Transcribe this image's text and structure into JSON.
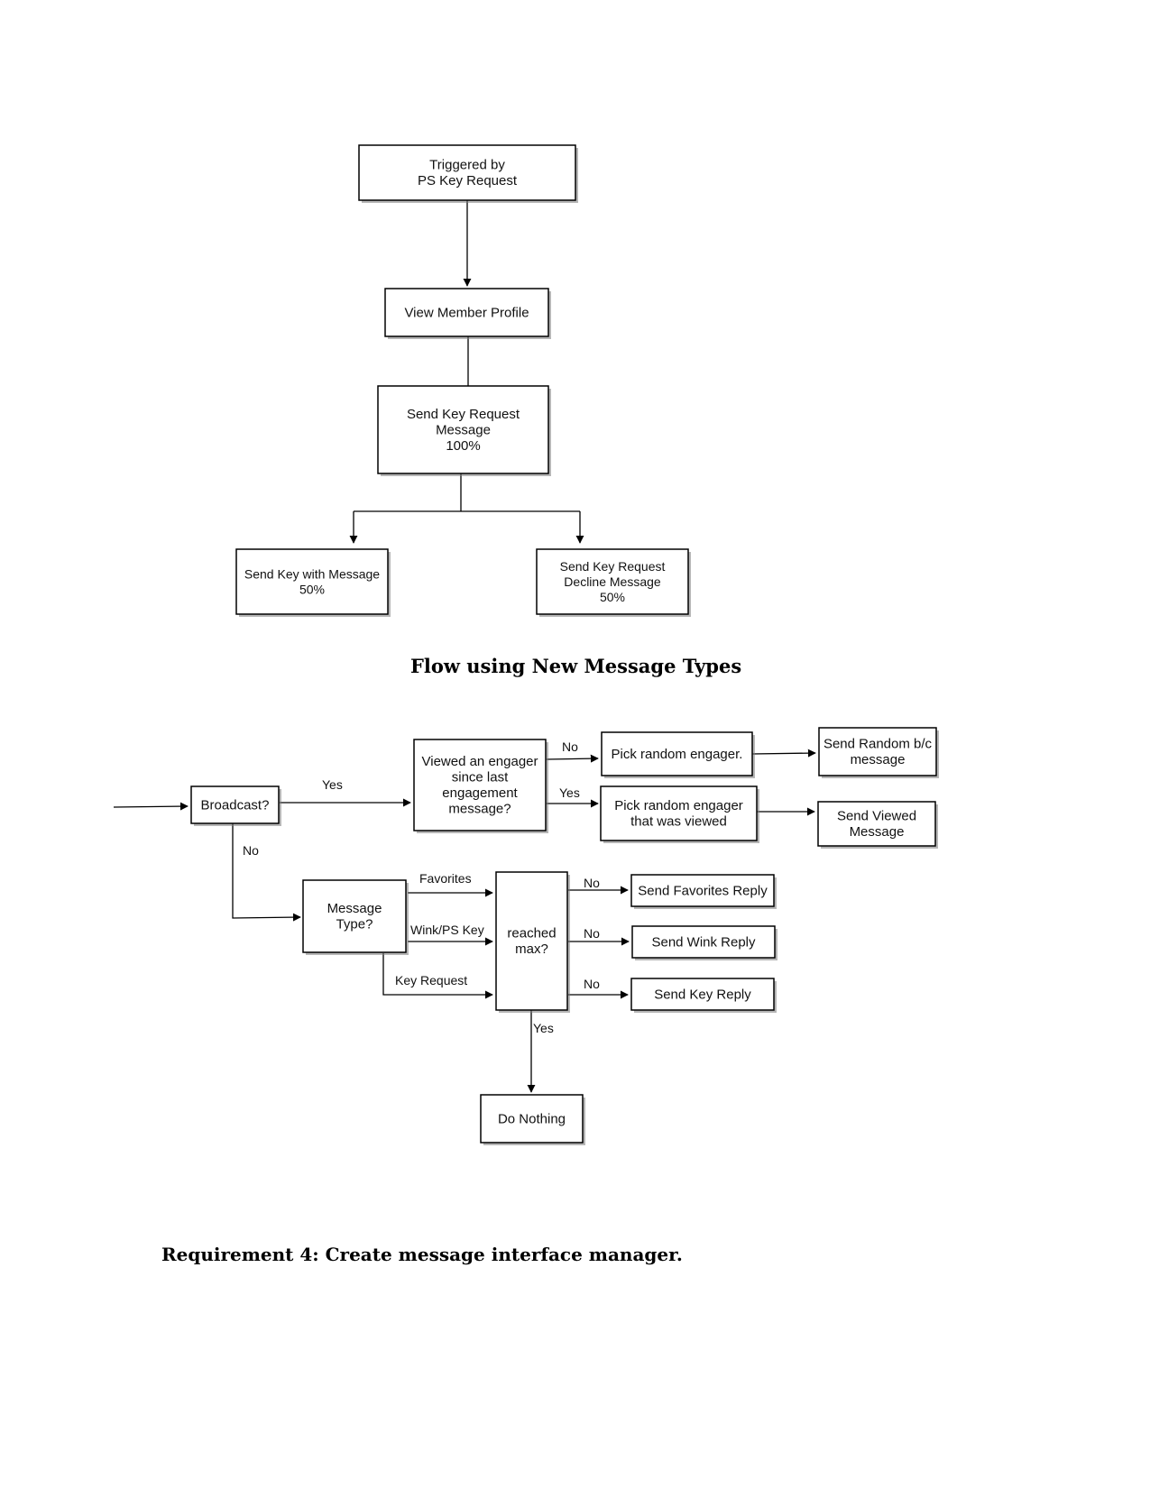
{
  "diagram1": {
    "nodes": {
      "triggered": [
        "Triggered by",
        "PS Key Request"
      ],
      "view_profile": [
        "View Member Profile"
      ],
      "send_key_request": [
        "Send Key Request",
        "Message",
        "100%"
      ],
      "send_key_with_message": [
        "Send Key with Message",
        "50%"
      ],
      "send_key_decline": [
        "Send Key Request",
        "Decline Message",
        "50%"
      ]
    }
  },
  "section_title": "Flow using New Message Types",
  "diagram2": {
    "nodes": {
      "broadcast": [
        "Broadcast?"
      ],
      "viewed_engager": [
        "Viewed an engager",
        "since last",
        "engagement",
        "message?"
      ],
      "pick_random": [
        "Pick random engager."
      ],
      "pick_viewed": [
        "Pick random engager",
        "that was viewed"
      ],
      "send_random": [
        "Send Random b/c",
        "message"
      ],
      "send_viewed": [
        "Send Viewed",
        "Message"
      ],
      "message_type": [
        "Message",
        "Type?"
      ],
      "reached_max": [
        "reached",
        "max?"
      ],
      "send_favorites_reply": [
        "Send Favorites Reply"
      ],
      "send_wink_reply": [
        "Send Wink Reply"
      ],
      "send_key_reply": [
        "Send Key Reply"
      ],
      "do_nothing": [
        "Do Nothing"
      ]
    },
    "edge_labels": {
      "broadcast_yes": "Yes",
      "broadcast_no": "No",
      "viewed_no": "No",
      "viewed_yes": "Yes",
      "favorites": "Favorites",
      "wink_ps_key": "Wink/PS Key",
      "key_request": "Key Request",
      "favorites_no": "No",
      "wink_no": "No",
      "key_no": "No",
      "max_yes": "Yes"
    }
  },
  "requirement_title": "Requirement 4: Create message interface manager."
}
